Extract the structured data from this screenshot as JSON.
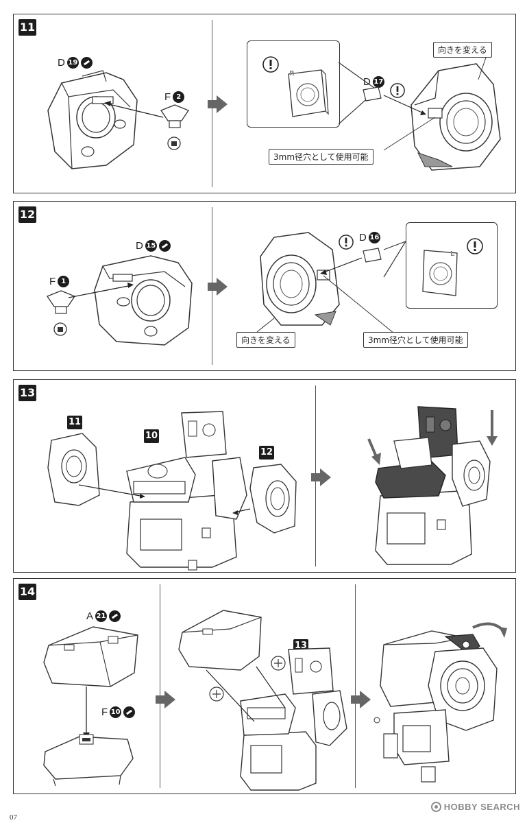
{
  "steps": [
    {
      "number": "11",
      "parts": [
        {
          "letter": "D",
          "num": "19",
          "cut": true
        },
        {
          "letter": "F",
          "num": "2",
          "cut": false
        },
        {
          "letter": "D",
          "num": "17",
          "cut": false
        }
      ],
      "callouts": [
        "向きを変える",
        "3mm径穴として使用可能"
      ],
      "mark_letter": "R"
    },
    {
      "number": "12",
      "parts": [
        {
          "letter": "D",
          "num": "15",
          "cut": true
        },
        {
          "letter": "F",
          "num": "1",
          "cut": false
        },
        {
          "letter": "D",
          "num": "16",
          "cut": false
        }
      ],
      "callouts": [
        "向きを変える",
        "3mm径穴として使用可能"
      ],
      "mark_letter": "L"
    },
    {
      "number": "13",
      "sub_refs": [
        "11",
        "10",
        "12"
      ]
    },
    {
      "number": "14",
      "parts": [
        {
          "letter": "A",
          "num": "21",
          "cut": true
        },
        {
          "letter": "F",
          "num": "10",
          "cut": true
        }
      ],
      "sub_refs": [
        "13"
      ]
    }
  ],
  "footer": {
    "page_number": "07",
    "watermark": "HOBBY SEARCH"
  },
  "colors": {
    "line": "#333333",
    "arrow": "#666666",
    "dark_part": "#4a4a4a"
  }
}
